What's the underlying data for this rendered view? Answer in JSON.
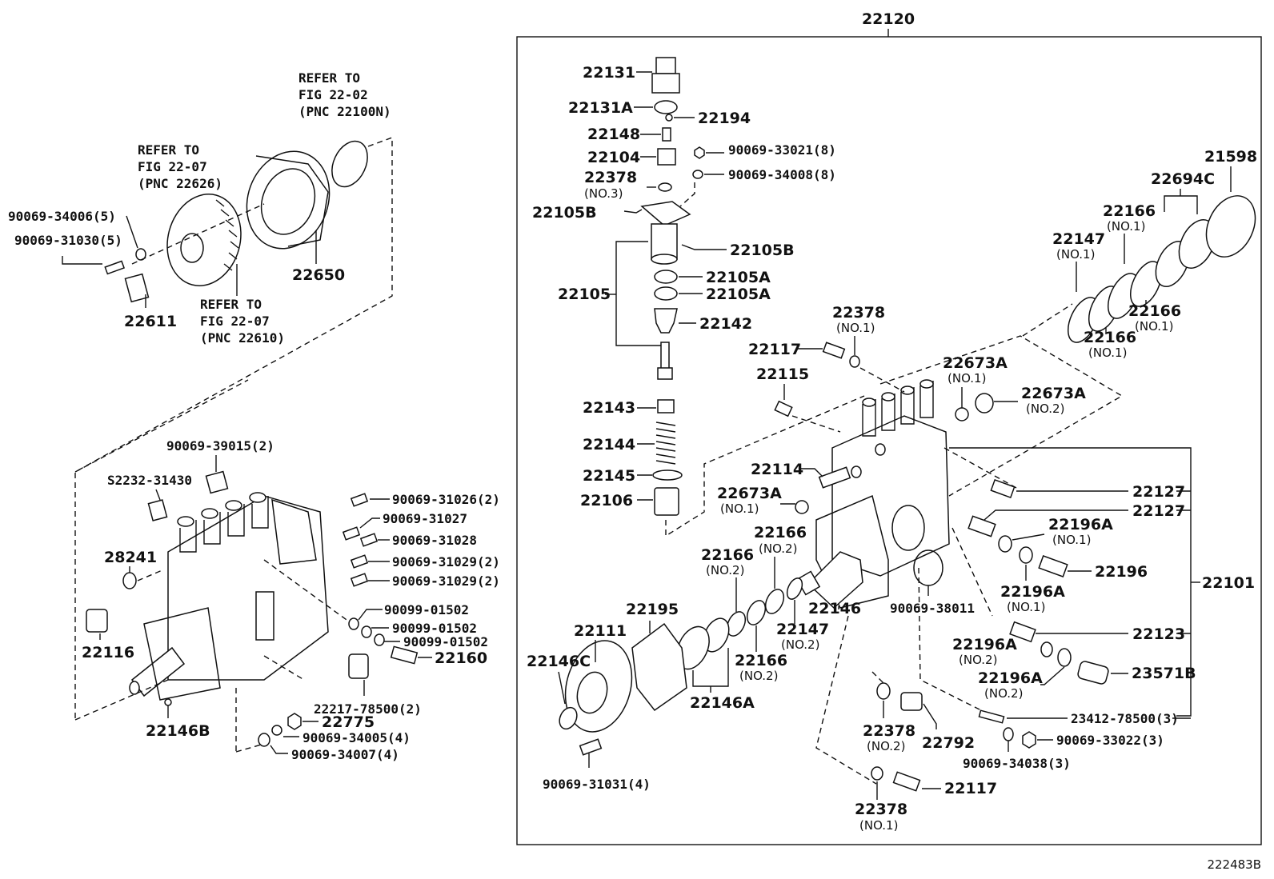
{
  "diagram_code": "222483B",
  "assembly_label": "22120",
  "refer": {
    "ref1": [
      "REFER TO",
      "FIG 22-02",
      "(PNC 22100N)"
    ],
    "ref2": [
      "REFER TO",
      "FIG 22-07",
      "(PNC 22626)"
    ],
    "ref3": [
      "REFER TO",
      "FIG 22-07",
      "(PNC 22610)"
    ]
  },
  "labels": {
    "l_22650": "22650",
    "l_22611": "22611",
    "l_90069_34006": "90069-34006(5)",
    "l_90069_31030": "90069-31030(5)",
    "l_90069_39015": "90069-39015(2)",
    "l_s2232_31430": "S2232-31430",
    "l_28241": "28241",
    "l_22116": "22116",
    "l_22146b": "22146B",
    "l_90069_31026": "90069-31026(2)",
    "l_90069_31027": "90069-31027",
    "l_90069_31028": "90069-31028",
    "l_90069_31029a": "90069-31029(2)",
    "l_90069_31029b": "90069-31029(2)",
    "l_90099_01502a": "90099-01502",
    "l_90099_01502b": "90099-01502",
    "l_90099_01502c": "90099-01502",
    "l_22160": "22160",
    "l_22217_78500": "22217-78500(2)",
    "l_22775": "22775",
    "l_90069_34005": "90069-34005(4)",
    "l_90069_34007": "90069-34007(4)",
    "l_22131": "22131",
    "l_22131a": "22131A",
    "l_22194": "22194",
    "l_22148": "22148",
    "l_22104": "22104",
    "l_90069_33021": "90069-33021(8)",
    "l_22378_no3": "22378",
    "l_no3": "(NO.3)",
    "l_90069_34008": "90069-34008(8)",
    "l_22105b_a": "22105B",
    "l_22105b_b": "22105B",
    "l_22105a_a": "22105A",
    "l_22105a_b": "22105A",
    "l_22105": "22105",
    "l_22142": "22142",
    "l_22143": "22143",
    "l_22144": "22144",
    "l_22145": "22145",
    "l_22106": "22106",
    "l_22117_top": "22117",
    "l_22378_no1_top": "22378",
    "l_no1_top": "(NO.1)",
    "l_22115": "22115",
    "l_22114": "22114",
    "l_22673a_left": "22673A",
    "l_no1_22673a_left": "(NO.1)",
    "l_22673a_mid": "22673A",
    "l_no1_22673a_mid": "(NO.1)",
    "l_22673a_right": "22673A",
    "l_no2_22673a_right": "(NO.2)",
    "l_21598": "21598",
    "l_22694c": "22694C",
    "l_22166_tr1": "22166",
    "l_no1_tr1": "(NO.1)",
    "l_22147_tr": "22147",
    "l_no1_22147_tr": "(NO.1)",
    "l_22166_tr2": "22166",
    "l_no1_tr2": "(NO.1)",
    "l_22166_tr3": "22166",
    "l_no1_tr3": "(NO.1)",
    "l_22127_a": "22127",
    "l_22127_b": "22127",
    "l_22196a_a": "22196A",
    "l_no1_22196a_a": "(NO.1)",
    "l_22196": "22196",
    "l_22196a_b": "22196A",
    "l_no1_22196a_b": "(NO.1)",
    "l_22101": "22101",
    "l_22123": "22123",
    "l_22196a_c": "22196A",
    "l_no2_22196a_c": "(NO.2)",
    "l_22196a_d": "22196A",
    "l_no2_22196a_d": "(NO.2)",
    "l_23571b": "23571B",
    "l_23412_78500": "23412-78500(3)",
    "l_90069_33022": "90069-33022(3)",
    "l_90069_34038": "90069-34038(3)",
    "l_90069_38011": "90069-38011",
    "l_22146": "22146",
    "l_22166_m1": "22166",
    "l_no2_m1": "(NO.2)",
    "l_22166_m2": "22166",
    "l_no2_m2": "(NO.2)",
    "l_22147_m": "22147",
    "l_no2_22147_m": "(NO.2)",
    "l_22166_m3": "22166",
    "l_no2_m3": "(NO.2)",
    "l_22195": "22195",
    "l_22111": "22111",
    "l_22146c": "22146C",
    "l_22146a": "22146A",
    "l_90069_31031": "90069-31031(4)",
    "l_22378_no2": "22378",
    "l_no2_22378": "(NO.2)",
    "l_22792": "22792",
    "l_22117_bot": "22117",
    "l_22378_no1_bot": "22378",
    "l_no1_bot": "(NO.1)"
  }
}
